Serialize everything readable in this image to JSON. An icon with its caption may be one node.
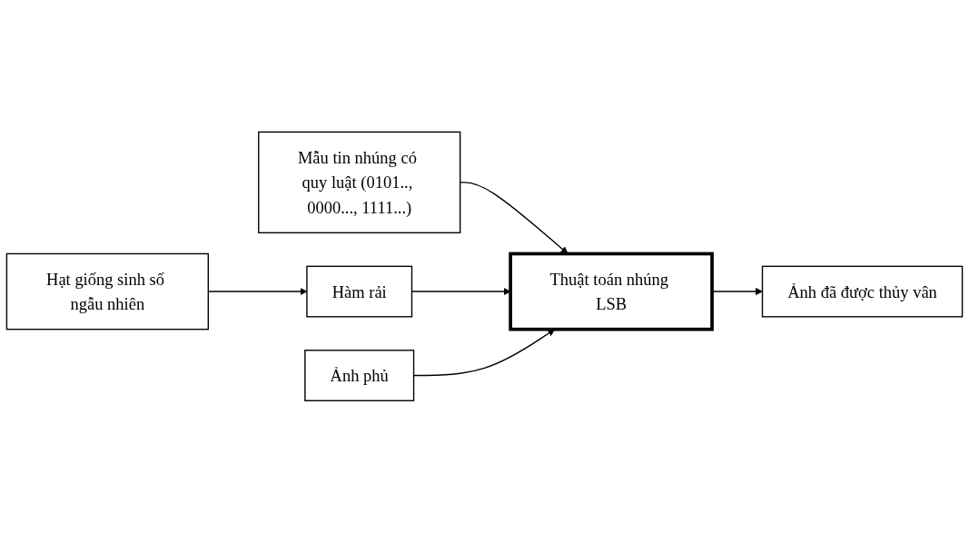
{
  "diagram": {
    "nodes": [
      {
        "text": [
          "Mẫu tin nhúng có quy luật (0101.., 0000..., 1111...)"
        ]
      },
      {
        "text": [
          "Hạt giống sinh số ngẫu nhiên"
        ]
      },
      {
        "text": [
          "Hàm rải"
        ]
      },
      {
        "text": [
          "Thuật toán nhúng LSB"
        ]
      },
      {
        "text": [
          "Ảnh đã được thủy vân"
        ]
      },
      {
        "text": [
          "Ảnh phủ"
        ]
      }
    ],
    "edges": [
      {
        "from": 0,
        "to": 3,
        "arrow": "to"
      },
      {
        "from": 1,
        "to": 2,
        "arrow": "to"
      },
      {
        "from": 2,
        "to": 3,
        "arrow": "to"
      },
      {
        "from": 5,
        "to": 3,
        "arrow": "to"
      },
      {
        "from": 3,
        "to": 4,
        "arrow": "to"
      }
    ]
  }
}
